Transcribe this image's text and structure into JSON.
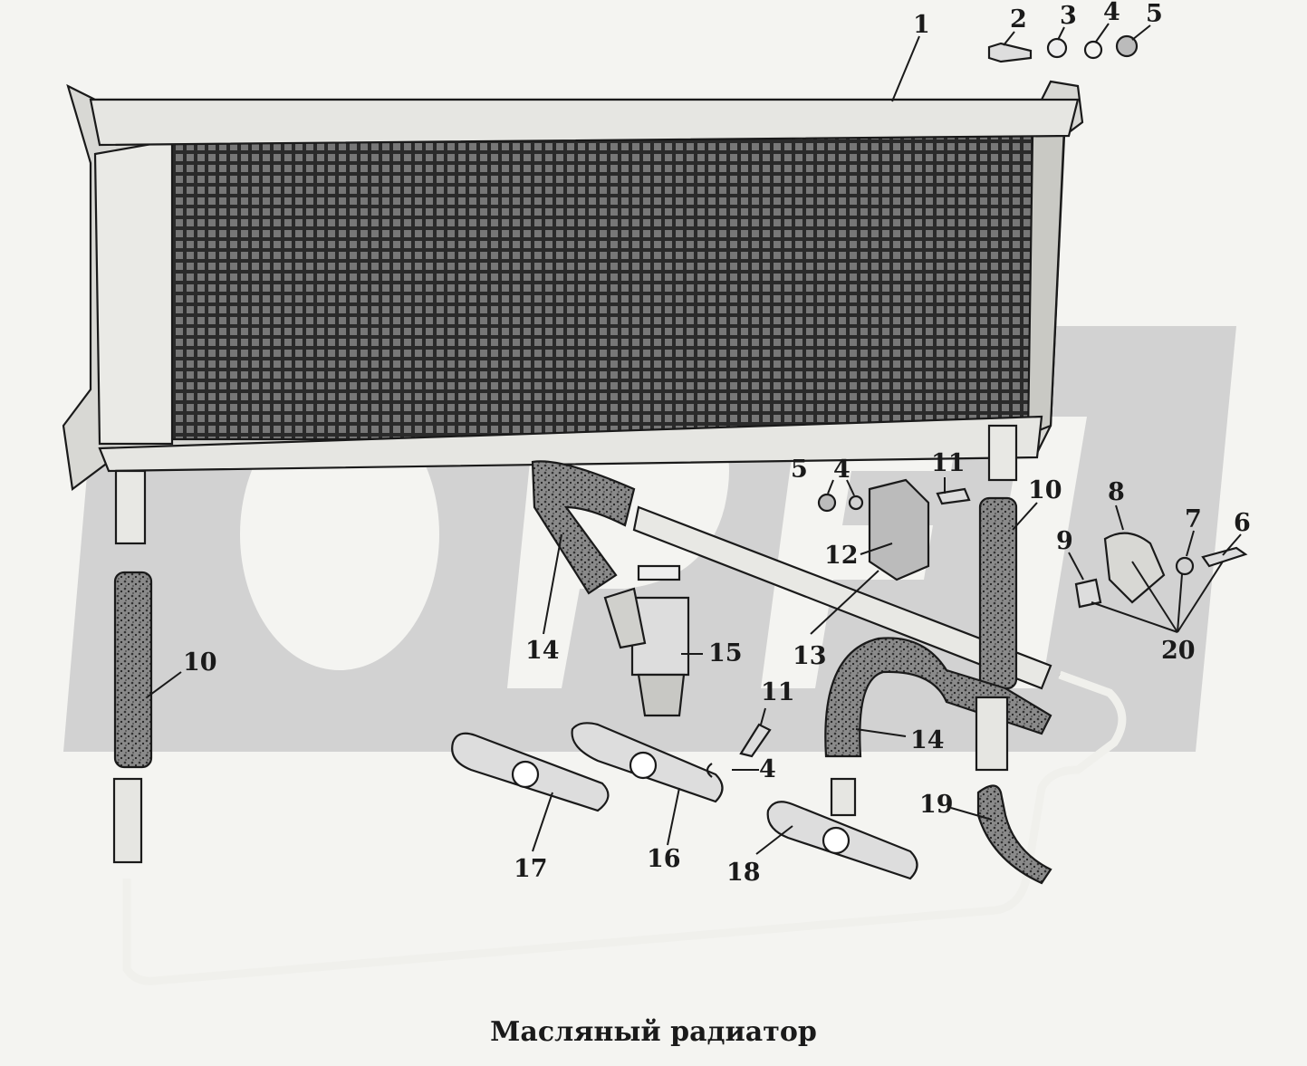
{
  "caption": "Масляный радиатор",
  "watermark": {
    "color": "#d2d2d2"
  },
  "parts": {
    "p1": "1",
    "p2": "2",
    "p3": "3",
    "p4": "4",
    "p5": "5",
    "p6": "6",
    "p7": "7",
    "p8": "8",
    "p9": "9",
    "p10": "10",
    "p11": "11",
    "p12": "12",
    "p13": "13",
    "p14": "14",
    "p15": "15",
    "p16": "16",
    "p17": "17",
    "p18": "18",
    "p19": "19",
    "p20": "20"
  }
}
